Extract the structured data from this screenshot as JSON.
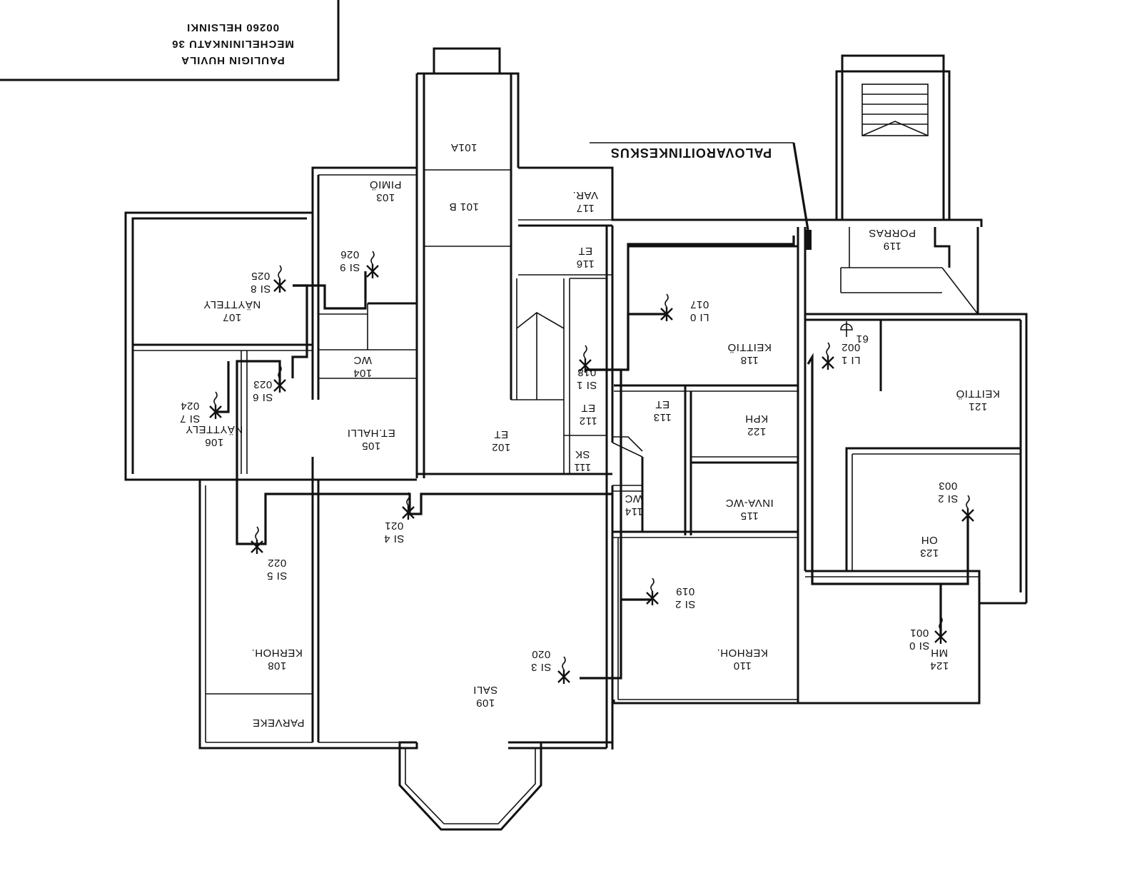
{
  "title_block": {
    "line1": "PAULIGIN HUVILA",
    "line2": "MECHELININKATU 36",
    "line3": "00260 HELSINKI"
  },
  "central_label": "PALOVAROITINKESKUS",
  "rooms": [
    {
      "id": "r101a",
      "number": "101A",
      "name": ""
    },
    {
      "id": "r101b",
      "number": "101 B",
      "name": ""
    },
    {
      "id": "r102",
      "number": "102",
      "name": "ET"
    },
    {
      "id": "r103",
      "number": "103",
      "name": "PIMIÖ"
    },
    {
      "id": "r104",
      "number": "104",
      "name": "WC"
    },
    {
      "id": "r105",
      "number": "105",
      "name": "ET.HALLI"
    },
    {
      "id": "r106",
      "number": "106",
      "name": "NÄYTTELY"
    },
    {
      "id": "r107",
      "number": "107",
      "name": "NÄYTTELY"
    },
    {
      "id": "r108",
      "number": "108",
      "name": "KERHOH."
    },
    {
      "id": "r109",
      "number": "109",
      "name": "SALI"
    },
    {
      "id": "r110",
      "number": "110",
      "name": "KERHOH."
    },
    {
      "id": "r111",
      "number": "111",
      "name": "SK"
    },
    {
      "id": "r112",
      "number": "112",
      "name": "ET"
    },
    {
      "id": "r113",
      "number": "113",
      "name": "ET"
    },
    {
      "id": "r114",
      "number": "114",
      "name": "WC"
    },
    {
      "id": "r115",
      "number": "115",
      "name": "INVA-WC"
    },
    {
      "id": "r116",
      "number": "116",
      "name": "ET"
    },
    {
      "id": "r117",
      "number": "117",
      "name": "VAR."
    },
    {
      "id": "r118",
      "number": "118",
      "name": "KEITTIÖ"
    },
    {
      "id": "r119",
      "number": "119",
      "name": "PORRAS"
    },
    {
      "id": "r121",
      "number": "121",
      "name": "KEITTIÖ"
    },
    {
      "id": "r122",
      "number": "122",
      "name": "KPH"
    },
    {
      "id": "r123",
      "number": "123",
      "name": "OH"
    },
    {
      "id": "r124",
      "number": "124",
      "name": "MH"
    },
    {
      "id": "rparveke",
      "number": "",
      "name": "PARVEKE"
    }
  ],
  "detectors": [
    {
      "id": "si0",
      "code": "SI 0",
      "addr": "001"
    },
    {
      "id": "li1",
      "code": "LI 1",
      "addr": "002"
    },
    {
      "id": "si2a",
      "code": "SI 2",
      "addr": "003"
    },
    {
      "id": "li0",
      "code": "LI 0",
      "addr": "017"
    },
    {
      "id": "si1",
      "code": "SI 1",
      "addr": "018"
    },
    {
      "id": "si2b",
      "code": "SI 2",
      "addr": "019"
    },
    {
      "id": "si3",
      "code": "SI 3",
      "addr": "020"
    },
    {
      "id": "si4",
      "code": "SI 4",
      "addr": "021"
    },
    {
      "id": "si5",
      "code": "SI 5",
      "addr": "022"
    },
    {
      "id": "si6",
      "code": "SI 6",
      "addr": "023"
    },
    {
      "id": "si7",
      "code": "SI 7",
      "addr": "024"
    },
    {
      "id": "si8",
      "code": "SI 8",
      "addr": "025"
    },
    {
      "id": "si9",
      "code": "SI 9",
      "addr": "026"
    }
  ],
  "misc": {
    "lamp_label": "61"
  }
}
